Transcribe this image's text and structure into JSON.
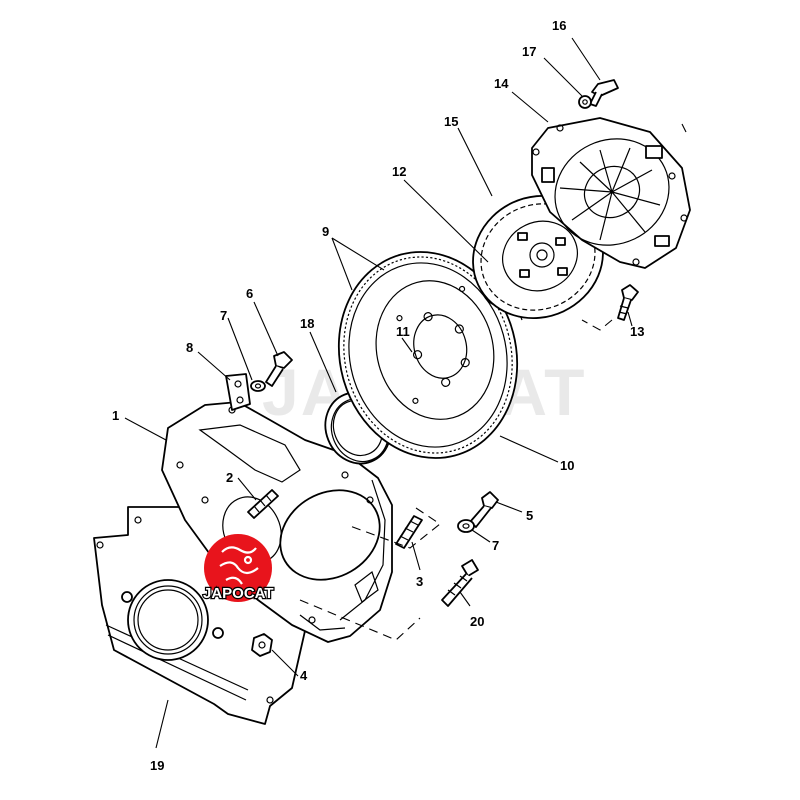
{
  "callouts": {
    "c1": "1",
    "c2": "2",
    "c3": "3",
    "c4": "4",
    "c5": "5",
    "c6": "6",
    "c7a": "7",
    "c7b": "7",
    "c8": "8",
    "c9": "9",
    "c10": "10",
    "c11": "11",
    "c12": "12",
    "c13": "13",
    "c14": "14",
    "c15": "15",
    "c16": "16",
    "c17": "17",
    "c18": "18",
    "c19": "19",
    "c20": "20"
  },
  "watermark": {
    "text": "JAPOCAT"
  },
  "logo": {
    "text": "JAPOCAT",
    "color": "#e8141c"
  }
}
